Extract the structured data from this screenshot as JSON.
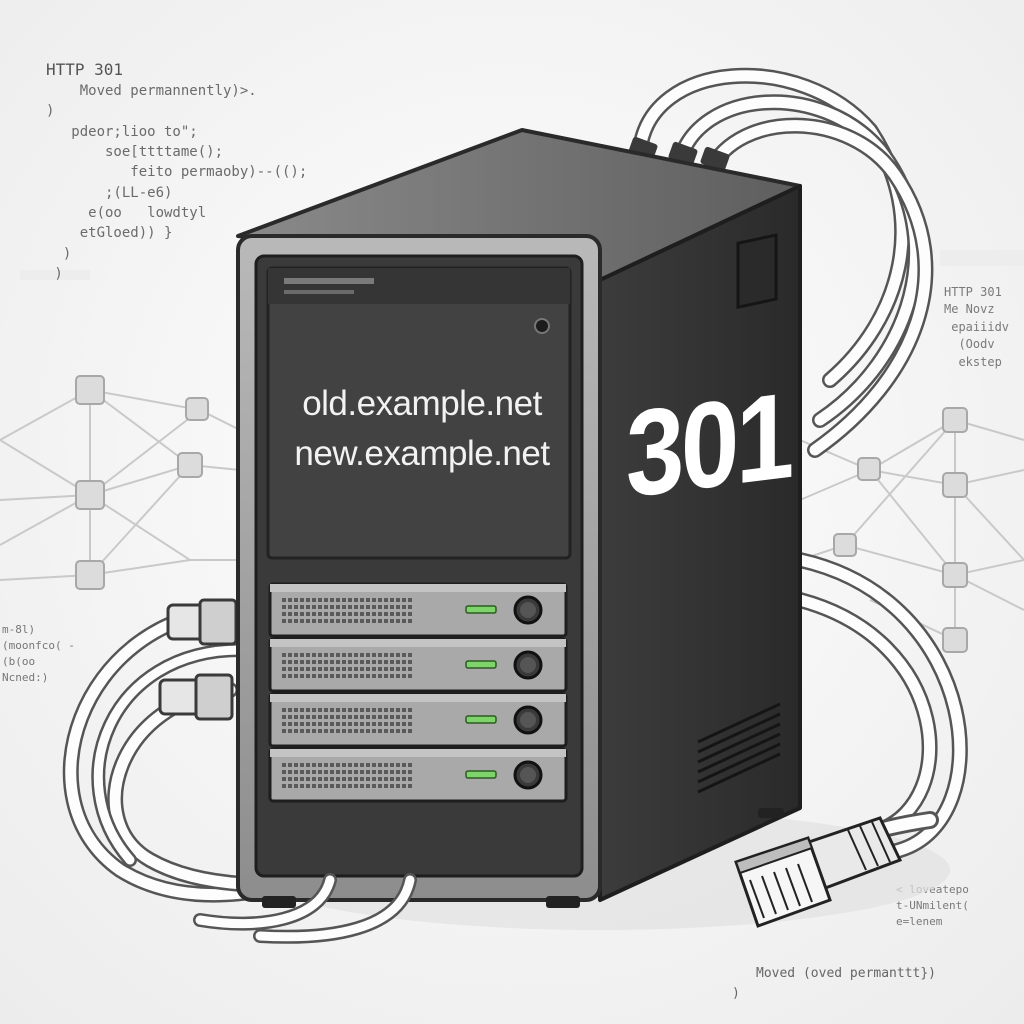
{
  "code_snippets": {
    "top_left": [
      "HTTP 301",
      "    Moved permannently)>.",
      ")",
      "   pdeor;lioo to\";",
      "       soe[ttttame();",
      "          feito permaoby)--(();",
      "       ;(LL-e6)",
      "     e(oo   lowdtyl",
      "    etGloed)) }",
      "  )",
      " )"
    ],
    "top_right": [
      "HTTP 301",
      "Me Novz",
      " epaiiidv",
      "  (Oodv",
      "  ekstep"
    ],
    "mid_left": [
      "m-8l)",
      "(moonfco( -",
      "(b(oo",
      "Ncned:)"
    ],
    "bottom_right": [
      "< loveatepo",
      "t-UNmilent(",
      "e=lenem"
    ]
  },
  "caption": {
    "moved": "Moved (oved permanttt})",
    "brace": ")"
  },
  "screen": {
    "old_url": "old.example.net",
    "new_url": "new.example.net"
  },
  "status_code": "301",
  "colors": {
    "case_dark": "#3a3a3a",
    "case_side": "#2e2e2e",
    "case_top": "#6e6e6e",
    "bezel": "#9a9a9a",
    "screen": "#3f3f3f",
    "led": "#7ed36a"
  },
  "icons": {
    "server": "server-tower-icon",
    "network": "network-mesh-icon",
    "plug": "rj45-plug-icon"
  },
  "drive_bay_count": 4
}
